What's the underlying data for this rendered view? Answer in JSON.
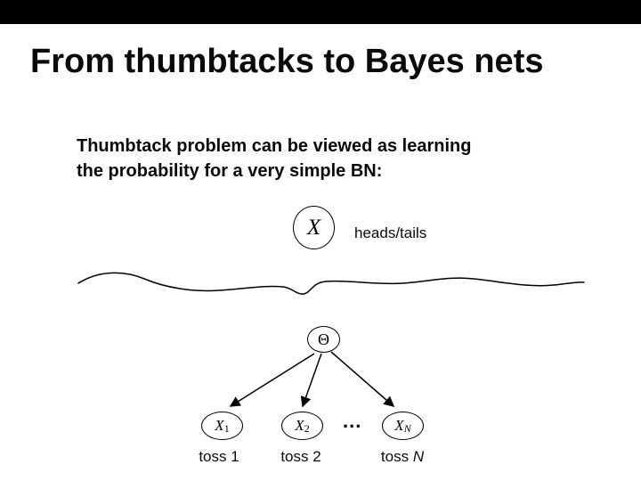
{
  "slide": {
    "title": "From thumbtacks to Bayes nets",
    "body": {
      "line1": "Thumbtack problem can be viewed as learning",
      "line2": "the probability for a very simple BN:"
    },
    "node_x": {
      "label": "X",
      "caption": "heads/tails"
    },
    "theta": {
      "label": "Θ"
    },
    "ellipsis": "...",
    "children": [
      {
        "base": "X",
        "sub": "1",
        "caption": "toss 1"
      },
      {
        "base": "X",
        "sub": "2",
        "caption": "toss 2"
      },
      {
        "base": "X",
        "sub": "N",
        "caption_prefix": "toss ",
        "caption_italic": "N"
      }
    ]
  }
}
